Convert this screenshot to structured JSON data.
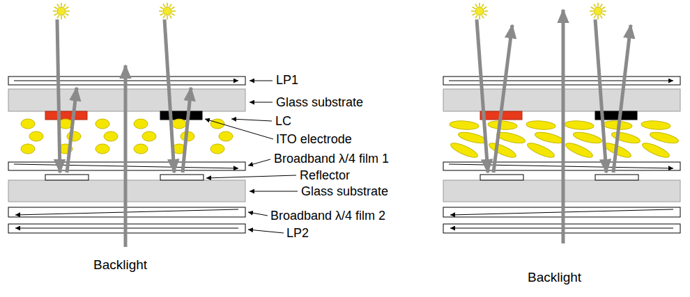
{
  "diagram": {
    "labels": [
      "LP1",
      "Glass substrate",
      "LC",
      "ITO electrode",
      "Broadband λ/4 film 1",
      "Reflector",
      "Glass substrate",
      "Broadband λ/4 film 2",
      "LP2",
      "Backlight",
      "Backlight"
    ]
  }
}
